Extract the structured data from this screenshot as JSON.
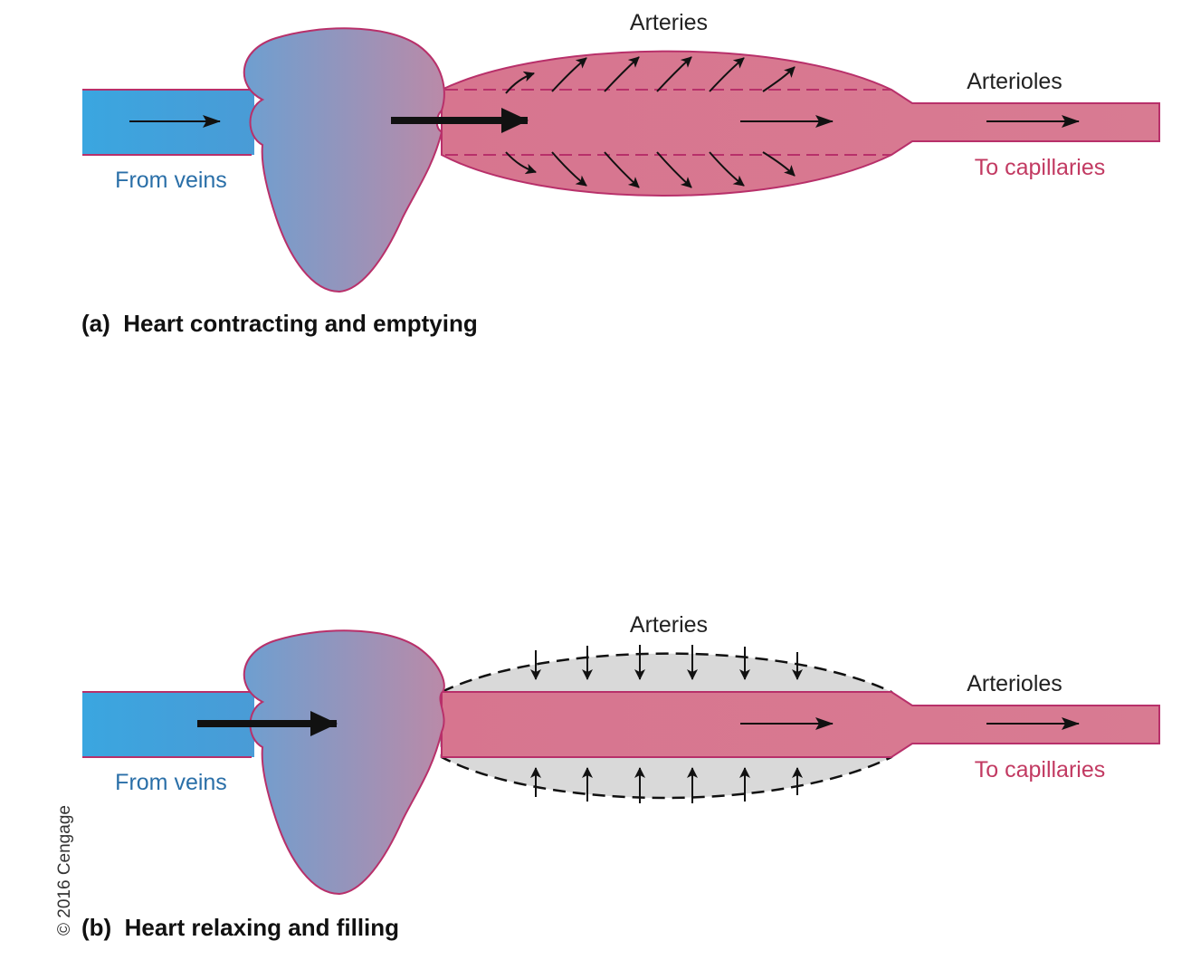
{
  "panel_a": {
    "arteries_label": "Arteries",
    "arterioles_label": "Arterioles",
    "veins_label": "From veins",
    "capillaries_label": "To capillaries",
    "caption": "(a)  Heart contracting and emptying"
  },
  "panel_b": {
    "arteries_label": "Arteries",
    "arterioles_label": "Arterioles",
    "veins_label": "From veins",
    "capillaries_label": "To capillaries",
    "caption": "(b)  Heart relaxing and filling"
  },
  "copyright": "© 2016 Cengage",
  "colors": {
    "vein_blue": "#3aa3dc",
    "artery_pink": "#d9778f",
    "outline_magenta": "#b8306a",
    "heart_blue": "#6e9fd0",
    "heart_mauve": "#ba8aa8",
    "recoil_gray": "#d9d9d9"
  }
}
